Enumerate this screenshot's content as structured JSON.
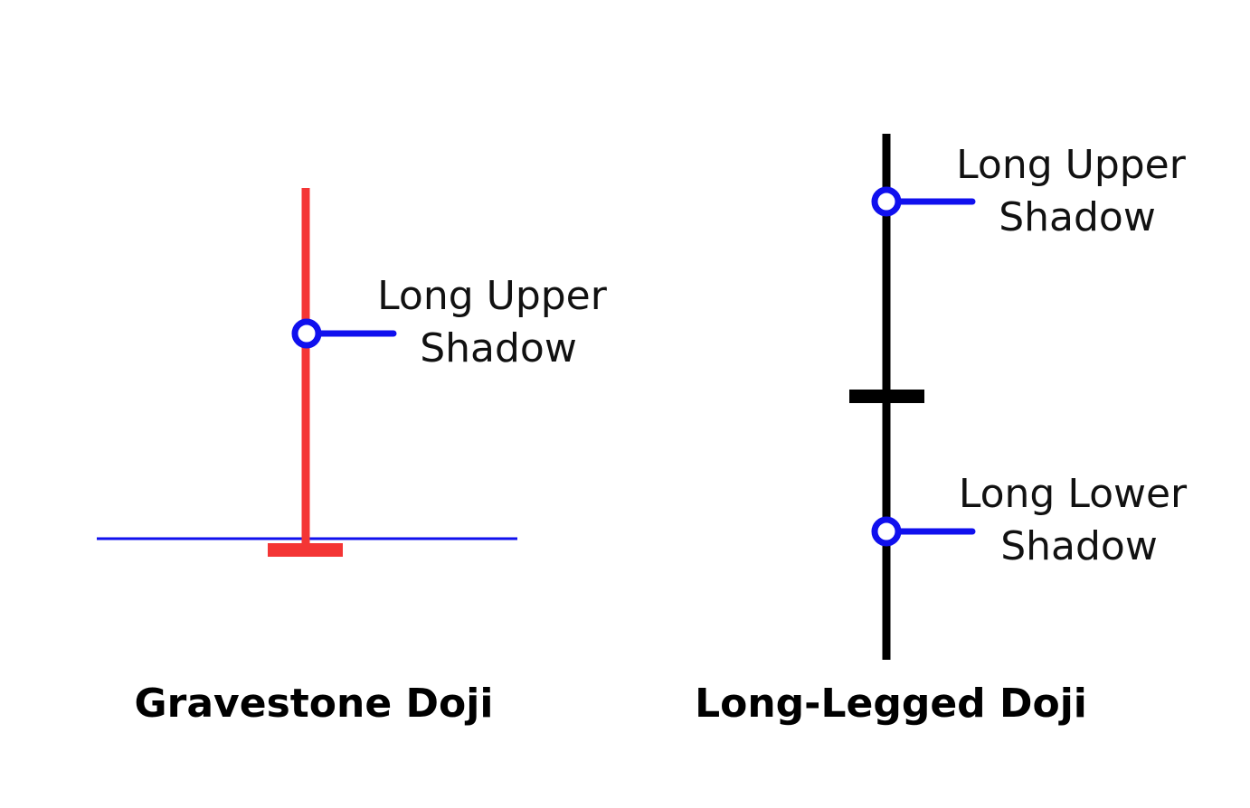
{
  "colors": {
    "background": "#ffffff",
    "gravestone_candle": "#f43535",
    "long_legged_candle": "#000000",
    "callout": "#1010ee",
    "reference_line": "#1010ee",
    "text": "#111111"
  },
  "gravestone": {
    "title": "Gravestone Doji",
    "upper_shadow": {
      "line1": "Long Upper",
      "line2": "Shadow"
    }
  },
  "long_legged": {
    "title": "Long-Legged Doji",
    "upper_shadow": {
      "line1": "Long Upper",
      "line2": "Shadow"
    },
    "lower_shadow": {
      "line1": "Long Lower",
      "line2": "Shadow"
    }
  }
}
